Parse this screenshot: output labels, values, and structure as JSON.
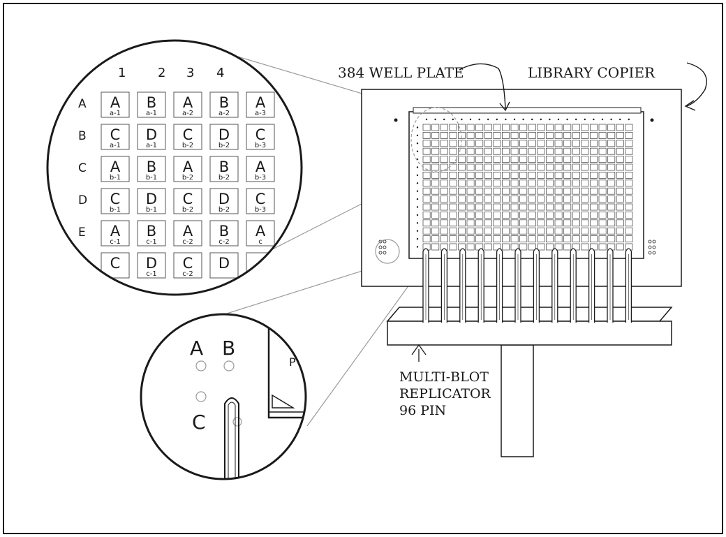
{
  "labels": {
    "plate": "384 WELL PLATE",
    "copier": "LIBRARY COPIER",
    "replicator": [
      "MULTI-BLOT",
      "REPLICATOR",
      "96 PIN"
    ]
  },
  "zoom_top": {
    "columns": [
      "1",
      "2",
      "3",
      "4"
    ],
    "rows": [
      "A",
      "B",
      "C",
      "D",
      "E"
    ],
    "cells": [
      [
        {
          "big": "A",
          "small": "a-1"
        },
        {
          "big": "B",
          "small": "a-1"
        },
        {
          "big": "A",
          "small": "a-2"
        },
        {
          "big": "B",
          "small": "a-2"
        },
        {
          "big": "A",
          "small": "a-3"
        }
      ],
      [
        {
          "big": "C",
          "small": "a-1"
        },
        {
          "big": "D",
          "small": "a-1"
        },
        {
          "big": "C",
          "small": "b-2"
        },
        {
          "big": "D",
          "small": "b-2"
        },
        {
          "big": "C",
          "small": "b-3"
        }
      ],
      [
        {
          "big": "A",
          "small": "b-1"
        },
        {
          "big": "B",
          "small": "b-1"
        },
        {
          "big": "A",
          "small": "b-2"
        },
        {
          "big": "B",
          "small": "b-2"
        },
        {
          "big": "A",
          "small": "b-3"
        }
      ],
      [
        {
          "big": "C",
          "small": "b-1"
        },
        {
          "big": "D",
          "small": "b-1"
        },
        {
          "big": "C",
          "small": "b-2"
        },
        {
          "big": "D",
          "small": "b-2"
        },
        {
          "big": "C",
          "small": "b-3"
        }
      ],
      [
        {
          "big": "A",
          "small": "c-1"
        },
        {
          "big": "B",
          "small": "c-1"
        },
        {
          "big": "A",
          "small": "c-2"
        },
        {
          "big": "B",
          "small": "c-2"
        },
        {
          "big": "A",
          "small": "c"
        }
      ],
      [
        {
          "big": "C",
          "small": ""
        },
        {
          "big": "D",
          "small": "c-1"
        },
        {
          "big": "C",
          "small": "c-2"
        },
        {
          "big": "D",
          "small": ""
        },
        {
          "big": "",
          "small": ""
        }
      ]
    ]
  },
  "zoom_bottom": {
    "letters": [
      "A",
      "B",
      "C"
    ],
    "pin_tag": "P"
  },
  "colors": {
    "ink": "#1a1a1a",
    "leader": "#9a9a9a",
    "grid": "#555555",
    "background": "#ffffff"
  }
}
